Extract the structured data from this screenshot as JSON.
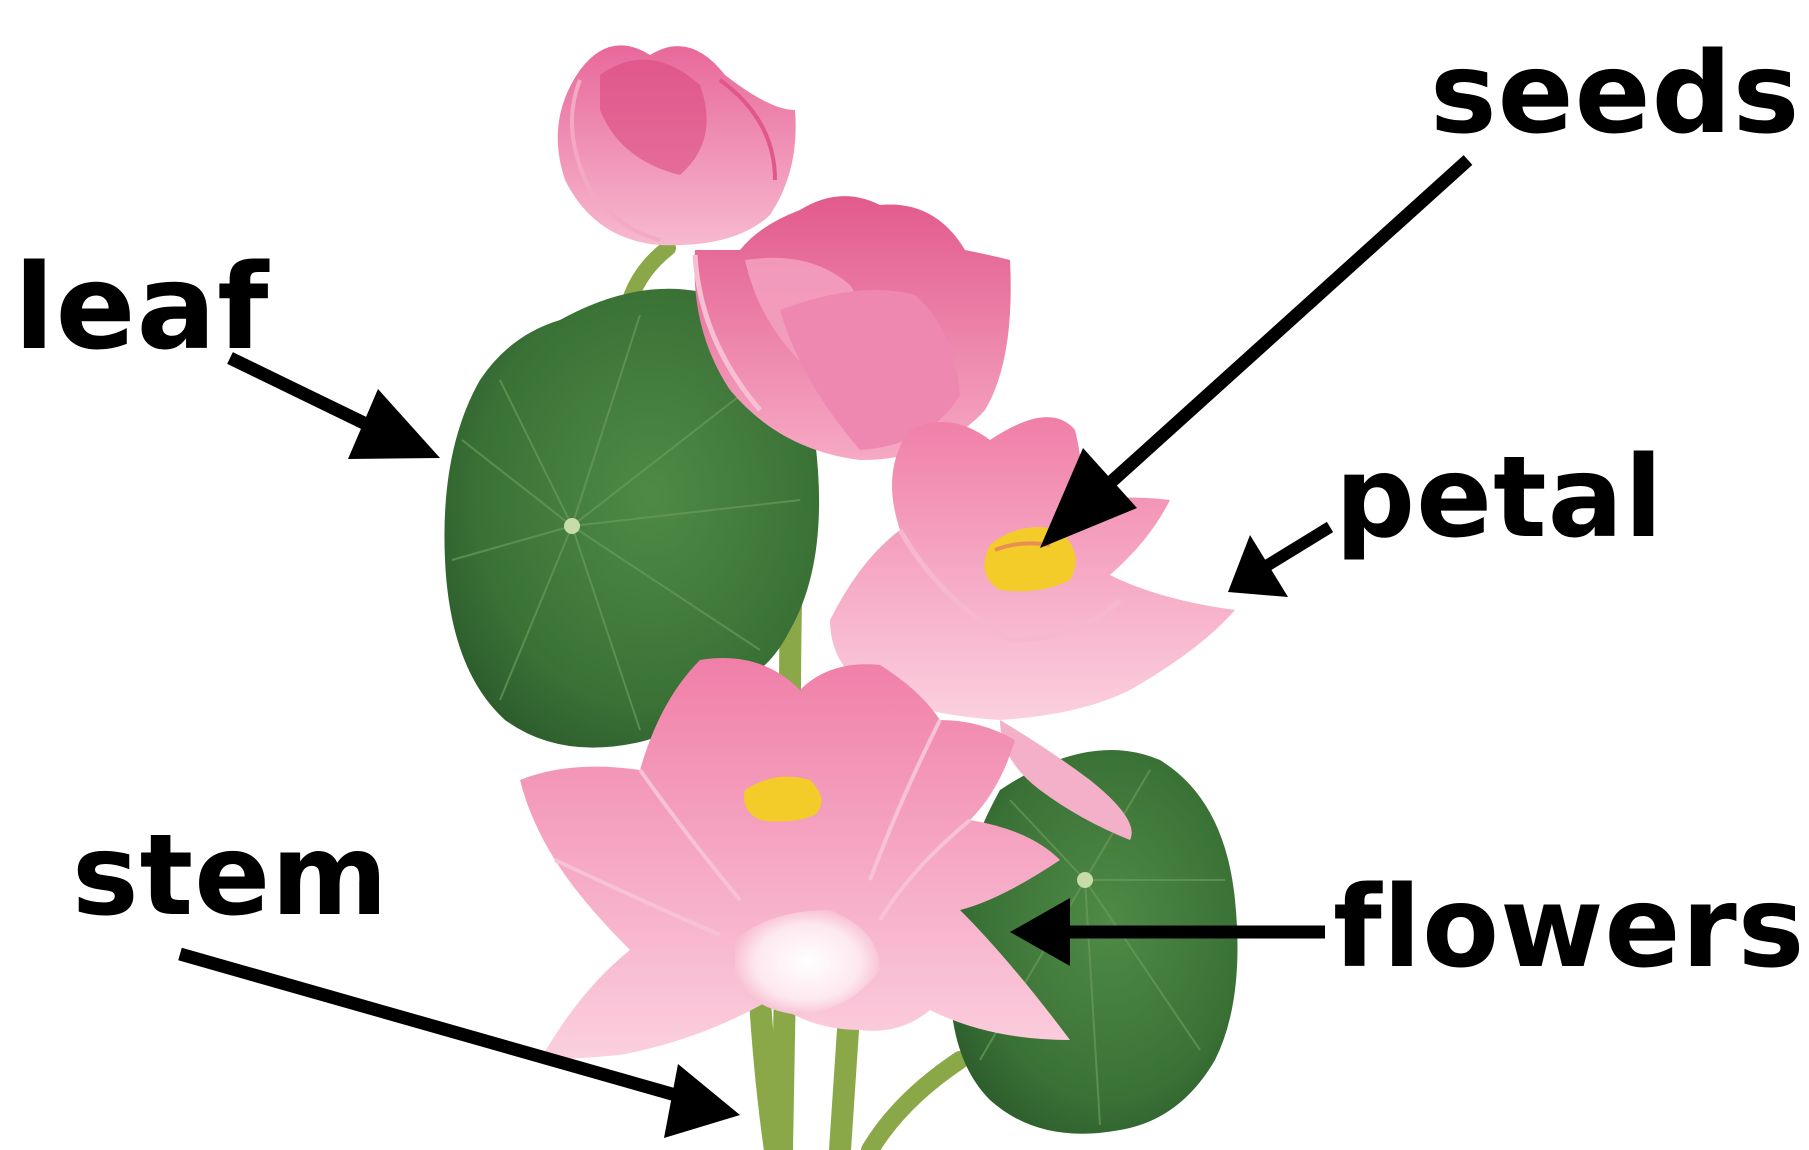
{
  "labels": {
    "seeds": "seeds",
    "leaf": "leaf",
    "petal": "petal",
    "stem": "stem",
    "flowers": "flowers"
  },
  "colors": {
    "background": "#ffffff",
    "label_text": "#000000",
    "arrow": "#000000",
    "petal_pink": "#ef7fa4",
    "petal_light": "#fbd3e0",
    "bud_deep": "#dd4f83",
    "leaf_green": "#3f7a3c",
    "leaf_dark": "#2e5f2e",
    "stem_green": "#8aa848",
    "seed_pod_yellow": "#f3cc2a"
  },
  "subject": {
    "plant": "lotus",
    "flowers_shown": 4,
    "leaves_shown": 2
  }
}
